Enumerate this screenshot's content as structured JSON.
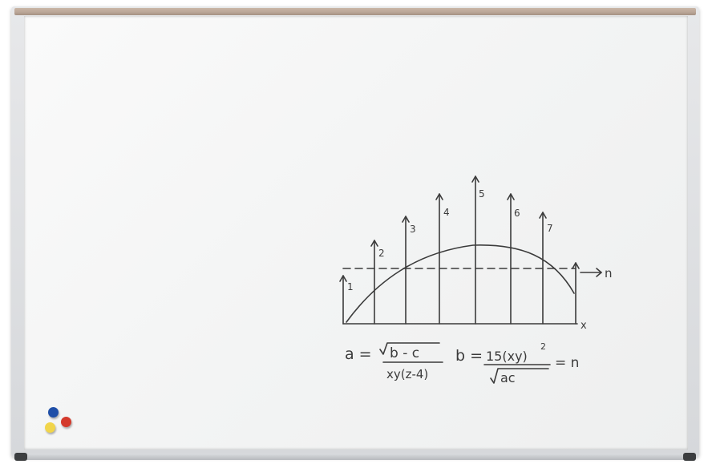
{
  "colors": {
    "ink": "#3b3b3b",
    "magnet_blue": "#1f4fa8",
    "magnet_red": "#d43a2c",
    "magnet_yellow": "#f1d54b"
  },
  "graph": {
    "bar_labels": [
      "1",
      "2",
      "3",
      "4",
      "5",
      "6",
      "7"
    ],
    "axis_x_label": "x",
    "axis_arrow_label": "n"
  },
  "equations": {
    "eq1": {
      "lhs": "a =",
      "numerator": "b - c",
      "denominator": "xy(z-4)"
    },
    "eq2": {
      "lhs": "b =",
      "numerator": "15(xy)",
      "exponent": "2",
      "denominator": "ac",
      "rhs": "= n"
    }
  }
}
